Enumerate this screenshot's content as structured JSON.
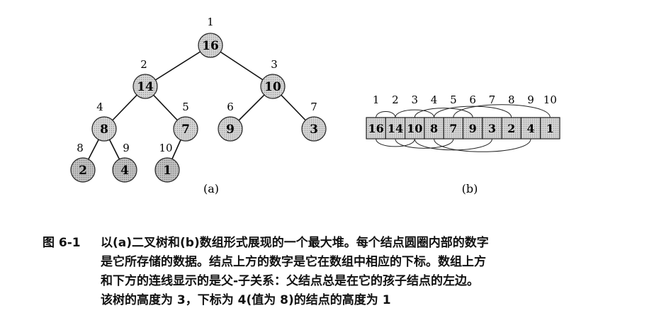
{
  "figure": {
    "subfigure_a_label": "(a)",
    "subfigure_b_label": "(b)",
    "tree": {
      "nodes": [
        {
          "index": "1",
          "value": "16"
        },
        {
          "index": "2",
          "value": "14"
        },
        {
          "index": "3",
          "value": "10"
        },
        {
          "index": "4",
          "value": "8"
        },
        {
          "index": "5",
          "value": "7"
        },
        {
          "index": "6",
          "value": "9"
        },
        {
          "index": "7",
          "value": "3"
        },
        {
          "index": "8",
          "value": "2"
        },
        {
          "index": "9",
          "value": "4"
        },
        {
          "index": "10",
          "value": "1"
        }
      ]
    },
    "array": {
      "indices": [
        "1",
        "2",
        "3",
        "4",
        "5",
        "6",
        "7",
        "8",
        "9",
        "10"
      ],
      "values": [
        "16",
        "14",
        "10",
        "8",
        "7",
        "9",
        "3",
        "2",
        "4",
        "1"
      ]
    }
  },
  "caption": {
    "label": "图 6-1",
    "lines": [
      "以(a)二叉树和(b)数组形式展现的一个最大堆。每个结点圆圈内部的数字",
      "是它所存储的数据。结点上方的数字是它在数组中相应的下标。数组上方",
      "和下方的连线显示的是父-子关系：父结点总是在它的孩子结点的左边。",
      "该树的高度为 3，下标为 4(值为 8)的结点的高度为 1"
    ]
  }
}
